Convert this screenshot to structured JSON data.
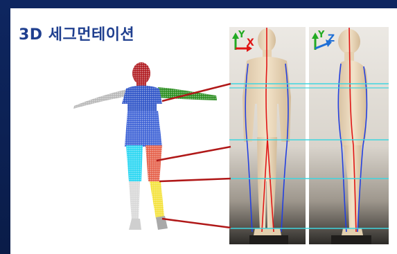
{
  "slide": {
    "title": "3D 세그먼테이션"
  },
  "views": {
    "front": {
      "axis_v": "Y",
      "axis_h": "X"
    },
    "side": {
      "axis_v": "Y",
      "axis_h": "Z"
    }
  },
  "colors": {
    "head": "#b21f24",
    "torso": "#2f55c8",
    "left_arm": "#2d8f22",
    "right_arm": "#9a9a9a",
    "pelvis": "#3f63d6",
    "thigh_left": "#2ad6f2",
    "thigh_right": "#e5604a",
    "shin_right": "#f4e23a",
    "connector": "#b01818",
    "cyan_line": "#3fd6e0",
    "contour_line": "#2340e0",
    "axis_line": "#e01515"
  }
}
